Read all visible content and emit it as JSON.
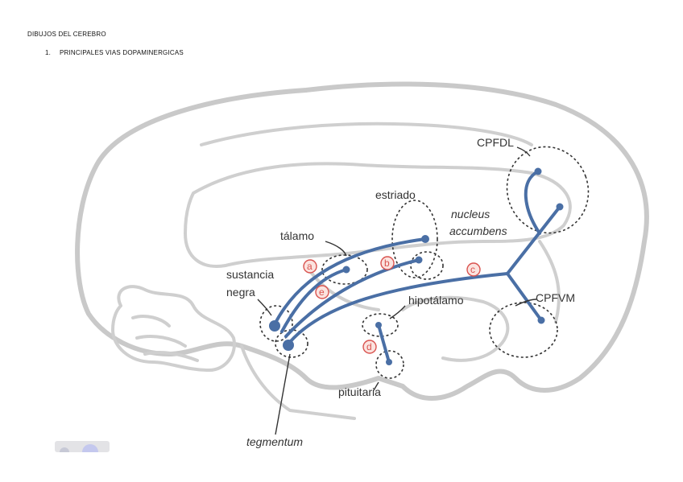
{
  "document": {
    "title": "DIBUJOS DEL CEREBRO",
    "item_number": "1.",
    "item_text": "PRINCIPALES VIAS DOPAMINERGICAS"
  },
  "diagram": {
    "labels": {
      "cpfdl": "CPFDL",
      "cpfvm": "CPFVM",
      "estriado": "estriado",
      "nucleus": "nucleus",
      "accumbens": "accumbens",
      "talamo": "tálamo",
      "sustancia": "sustancia",
      "negra": "negra",
      "hipotalamo": "hipotálamo",
      "pituitaria": "pituitaria",
      "tegmentum": "tegmentum"
    },
    "pathway_markers": {
      "a": "a",
      "b": "b",
      "c": "c",
      "d": "d",
      "e": "e"
    },
    "colors": {
      "pathway": "#4a6fa5",
      "marker": "#d9534f",
      "brain_outline": "#c9c9c9"
    }
  }
}
